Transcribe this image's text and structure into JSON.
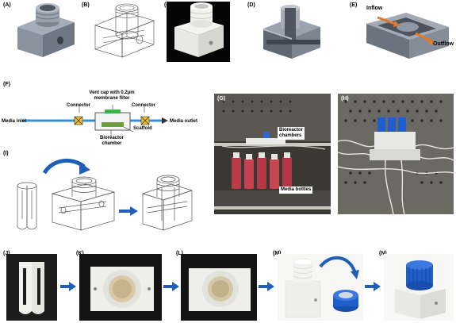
{
  "panels": {
    "A": "(A)",
    "B": "(B)",
    "C": "(C)",
    "D": "(D)",
    "E": "(E)",
    "F": "(F)",
    "G": "(G)",
    "H": "(H)",
    "I": "(I)",
    "J": "(J)",
    "K": "(K)",
    "L": "(L)",
    "M": "(M)",
    "N": "(N)"
  },
  "panel_e": {
    "inflow": "Inflow",
    "outflow": "Outflow"
  },
  "panel_f": {
    "vent_cap_line1": "Vent cap with 0.2µm",
    "vent_cap_line2": "membrane filter",
    "connector_left": "Connector",
    "connector_right": "Connector",
    "media_inlet": "Media inlet",
    "media_outlet": "Media outlet",
    "scaffold": "Scaffold",
    "chamber_line1": "Bioreactor",
    "chamber_line2": "chamber"
  },
  "panel_g": {
    "chambers_line1": "Bioreactor",
    "chambers_line2": "chambers",
    "media_bottles": "Media bottles"
  },
  "colors": {
    "render_gray": "#8e96a3",
    "render_dark": "#5d6571",
    "flow_arrow": "#e07a2a",
    "tube_blue": "#3a8fd8",
    "connector_yellow": "#f2c12e",
    "cap_green": "#3bb54a",
    "scaffold_green": "#6a9e3c",
    "curve_arrow": "#1f5fb8",
    "cap_blue": "#1f5fc9"
  }
}
